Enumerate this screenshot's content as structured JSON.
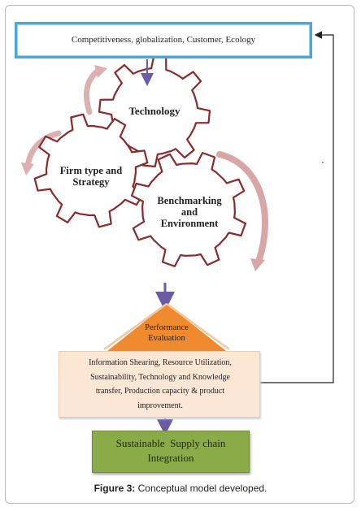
{
  "top_box": {
    "text": "Competitiveness, globalization, Customer, Ecology"
  },
  "gears": {
    "technology": "Technology",
    "firm_line1": "Firm type and",
    "firm_line2": "Strategy",
    "bench_line1": "Benchmarking",
    "bench_line2": "and",
    "bench_line3": "Environment"
  },
  "performance": {
    "line1": "Performance",
    "line2": "Evaluation"
  },
  "info_box": {
    "line1": "Information Shearing, Resource Utilization,",
    "line2": "Sustainability, Technology and Knowledge",
    "line3": "transfer, Production capacity & product",
    "line4": "improvement."
  },
  "integration_box": {
    "line1": "Sustainable  Supply chain",
    "line2": "Integration"
  },
  "caption": {
    "label": "Figure 3:",
    "text": " Conceptual model developed."
  },
  "colors": {
    "gear_stroke": "#8a2a2a",
    "cycle_arrow": "#d9a6a6",
    "flow_arrow": "#6a5aa8",
    "top_box_border": "#4aa8d8",
    "performance_fill": "#f08a2e",
    "info_fill": "#fde6d2",
    "integration_fill": "#8aab48"
  }
}
